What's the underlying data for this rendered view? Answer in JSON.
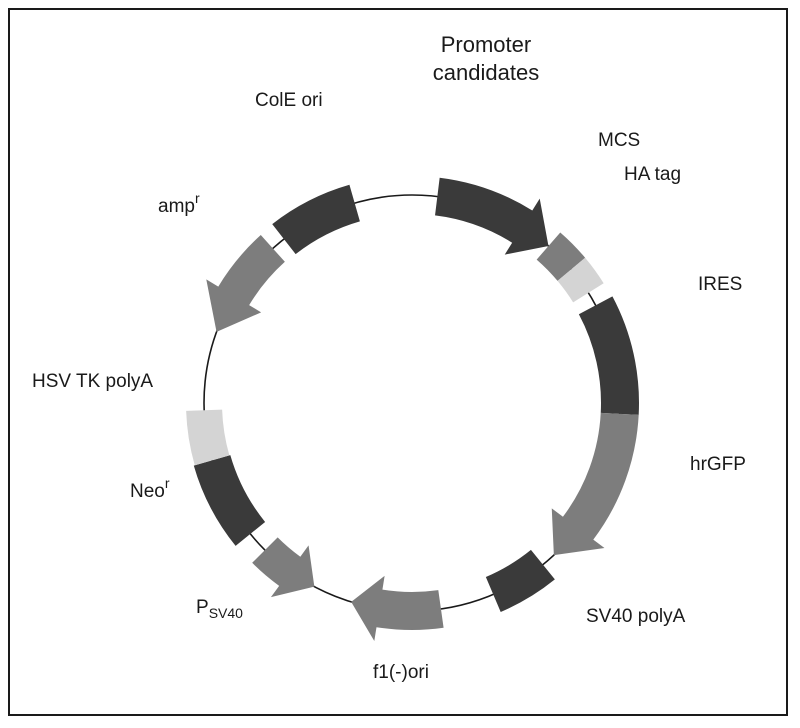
{
  "diagram": {
    "colors": {
      "dark": "#3a3a3a",
      "medium": "#7d7d7d",
      "light": "#d4d4d4",
      "backbone": "#1a1a1a"
    },
    "features": [
      {
        "id": "promoter",
        "label_line1": "Promoter",
        "label_line2": "candidates",
        "color": "dark",
        "shape": "arrow-clockwise"
      },
      {
        "id": "mcs",
        "label": "MCS",
        "color": "medium",
        "shape": "block"
      },
      {
        "id": "ha-tag",
        "label": "HA tag",
        "color": "light",
        "shape": "block"
      },
      {
        "id": "ires",
        "label": "IRES",
        "color": "dark",
        "shape": "block"
      },
      {
        "id": "hrgfp",
        "label": "hrGFP",
        "color": "medium",
        "shape": "arrow-clockwise"
      },
      {
        "id": "sv40-polya",
        "label": "SV40 polyA",
        "color": "dark",
        "shape": "block"
      },
      {
        "id": "f1-ori",
        "label": "f1(-)ori",
        "color": "medium",
        "shape": "arrow-clockwise"
      },
      {
        "id": "psv40",
        "label_main": "P",
        "label_sub": "SV40",
        "color": "medium",
        "shape": "arrow-counterclockwise"
      },
      {
        "id": "neo-r",
        "label_main": "Neo",
        "label_sup": "r",
        "color": "dark",
        "shape": "block"
      },
      {
        "id": "hsv-tk-polya",
        "label": "HSV TK polyA",
        "color": "light",
        "shape": "block"
      },
      {
        "id": "amp-r",
        "label_main": "amp",
        "label_sup": "r",
        "color": "medium",
        "shape": "arrow-counterclockwise"
      },
      {
        "id": "cole-ori",
        "label": "ColE ori",
        "color": "dark",
        "shape": "block"
      }
    ]
  }
}
